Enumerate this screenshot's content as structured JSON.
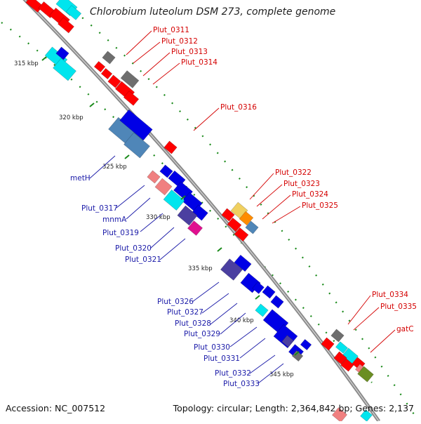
{
  "title": "Chlorobium luteolum DSM 273, complete genome",
  "footer": {
    "accession": "Accession: NC_007512",
    "summary": "Topology: circular; Length: 2,364,842 bp; Genes: 2,137"
  },
  "ticks": [
    {
      "text": "315 kbp"
    },
    {
      "text": "320 kbp"
    },
    {
      "text": "325 kbp"
    },
    {
      "text": "330 kbp"
    },
    {
      "text": "335 kbp"
    },
    {
      "text": "340 kbp"
    },
    {
      "text": "345 kbp"
    }
  ],
  "labels_forward": [
    {
      "text": "Plut_0311"
    },
    {
      "text": "Plut_0312"
    },
    {
      "text": "Plut_0313"
    },
    {
      "text": "Plut_0314"
    },
    {
      "text": "Plut_0316"
    },
    {
      "text": "Plut_0322"
    },
    {
      "text": "Plut_0323"
    },
    {
      "text": "Plut_0324"
    },
    {
      "text": "Plut_0325"
    },
    {
      "text": "Plut_0334"
    },
    {
      "text": "Plut_0335"
    },
    {
      "text": "gatC"
    }
  ],
  "labels_reverse": [
    {
      "text": "metH"
    },
    {
      "text": "Plut_0317"
    },
    {
      "text": "mnmA"
    },
    {
      "text": "Plut_0319"
    },
    {
      "text": "Plut_0320"
    },
    {
      "text": "Plut_0321"
    },
    {
      "text": "Plut_0326"
    },
    {
      "text": "Plut_0327"
    },
    {
      "text": "Plut_0328"
    },
    {
      "text": "Plut_0329"
    },
    {
      "text": "Plut_0330"
    },
    {
      "text": "Plut_0331"
    },
    {
      "text": "Plut_0332"
    },
    {
      "text": "Plut_0333"
    }
  ],
  "colors": {
    "backbone": "#8a8a8a",
    "forward_gene": "#ff0000",
    "reverse_gene": "#0000e6",
    "cyan": "#00e5ee",
    "gray": "#6e6e6e",
    "steel": "#4f86b8",
    "salmon": "#f08080",
    "gold": "#f0d060",
    "orange": "#ff8c00",
    "purple": "#4b3fa0",
    "magenta": "#e0108f",
    "olive": "#6b8e23",
    "tick": "#1a8a1a",
    "forward_label": "#d40000",
    "reverse_label": "#1a1aa8"
  }
}
